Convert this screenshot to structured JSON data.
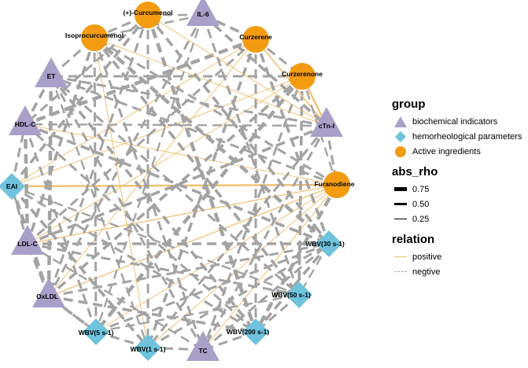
{
  "colors": {
    "biochemical": "#a9a0c9",
    "hemorheological": "#6fc3dd",
    "active": "#f39c12",
    "positive": "#f0c070",
    "negative": "#a3a3a3"
  },
  "nodes": [
    {
      "id": "il6",
      "label": "IL-6",
      "group": "biochemical"
    },
    {
      "id": "curzerene",
      "label": "Curzerene",
      "group": "active"
    },
    {
      "id": "curzerenone",
      "label": "Curzerenone",
      "group": "active"
    },
    {
      "id": "ctni",
      "label": "cTn-I",
      "group": "biochemical"
    },
    {
      "id": "furanodiene",
      "label": "Furanodiene",
      "group": "active"
    },
    {
      "id": "wbv30",
      "label": "WBV(30 s-1)",
      "group": "hemorheological"
    },
    {
      "id": "wbv50",
      "label": "WBV(50 s-1)",
      "group": "hemorheological"
    },
    {
      "id": "wbv200",
      "label": "WBV(200 s-1)",
      "group": "hemorheological"
    },
    {
      "id": "tc",
      "label": "TC",
      "group": "biochemical"
    },
    {
      "id": "wbv1",
      "label": "WBV(1 s-1)",
      "group": "hemorheological"
    },
    {
      "id": "wbv5",
      "label": "WBV(5 s-1)",
      "group": "hemorheological"
    },
    {
      "id": "oxldl",
      "label": "OxLDL",
      "group": "biochemical"
    },
    {
      "id": "ldlc",
      "label": "LDL-C",
      "group": "biochemical"
    },
    {
      "id": "eai",
      "label": "EAI",
      "group": "hemorheological"
    },
    {
      "id": "hdlc",
      "label": "HDL-C",
      "group": "biochemical"
    },
    {
      "id": "et",
      "label": "ET",
      "group": "biochemical"
    },
    {
      "id": "isoprocurcumenol",
      "label": "Isoprocurcumenol",
      "group": "active"
    },
    {
      "id": "curcumenol",
      "label": "(+)-Curcumenol",
      "group": "active"
    }
  ],
  "edges": [
    {
      "source": "furanodiene",
      "target": "eai",
      "relation": "positive",
      "abs_rho": 0.75
    },
    {
      "source": "furanodiene",
      "target": "ldlc",
      "relation": "positive",
      "abs_rho": 0.4
    },
    {
      "source": "furanodiene",
      "target": "oxldl",
      "relation": "positive",
      "abs_rho": 0.4
    },
    {
      "source": "furanodiene",
      "target": "wbv5",
      "relation": "positive",
      "abs_rho": 0.3
    },
    {
      "source": "furanodiene",
      "target": "wbv1",
      "relation": "positive",
      "abs_rho": 0.3
    },
    {
      "source": "furanodiene",
      "target": "tc",
      "relation": "positive",
      "abs_rho": 0.3
    },
    {
      "source": "furanodiene",
      "target": "hdlc",
      "relation": "positive",
      "abs_rho": 0.3
    },
    {
      "source": "furanodiene",
      "target": "wbv200",
      "relation": "negative",
      "abs_rho": 0.75
    },
    {
      "source": "furanodiene",
      "target": "et",
      "relation": "negative",
      "abs_rho": 0.5
    },
    {
      "source": "furanodiene",
      "target": "isoprocurcumenol",
      "relation": "negative",
      "abs_rho": 0.5
    },
    {
      "source": "curzerenone",
      "target": "ctni",
      "relation": "positive",
      "abs_rho": 0.75
    },
    {
      "source": "curzerenone",
      "target": "eai",
      "relation": "positive",
      "abs_rho": 0.3
    },
    {
      "source": "curzerenone",
      "target": "ldlc",
      "relation": "positive",
      "abs_rho": 0.3
    },
    {
      "source": "curzerenone",
      "target": "wbv5",
      "relation": "negative",
      "abs_rho": 0.75
    },
    {
      "source": "curzerenone",
      "target": "oxldl",
      "relation": "negative",
      "abs_rho": 0.6
    },
    {
      "source": "curzerenone",
      "target": "wbv50",
      "relation": "negative",
      "abs_rho": 0.6
    },
    {
      "source": "curzerenone",
      "target": "et",
      "relation": "negative",
      "abs_rho": 0.5
    },
    {
      "source": "curzerenone",
      "target": "tc",
      "relation": "negative",
      "abs_rho": 0.5
    },
    {
      "source": "curzerene",
      "target": "ctni",
      "relation": "positive",
      "abs_rho": 0.5
    },
    {
      "source": "curzerene",
      "target": "eai",
      "relation": "positive",
      "abs_rho": 0.3
    },
    {
      "source": "curzerene",
      "target": "oxldl",
      "relation": "positive",
      "abs_rho": 0.3
    },
    {
      "source": "curzerene",
      "target": "hdlc",
      "relation": "negative",
      "abs_rho": 0.75
    },
    {
      "source": "curzerene",
      "target": "wbv1",
      "relation": "negative",
      "abs_rho": 0.6
    },
    {
      "source": "curzerene",
      "target": "wbv30",
      "relation": "negative",
      "abs_rho": 0.6
    },
    {
      "source": "curzerene",
      "target": "wbv200",
      "relation": "negative",
      "abs_rho": 0.5
    },
    {
      "source": "curzerene",
      "target": "ldlc",
      "relation": "negative",
      "abs_rho": 0.5
    },
    {
      "source": "isoprocurcumenol",
      "target": "ctni",
      "relation": "positive",
      "abs_rho": 0.3
    },
    {
      "source": "isoprocurcumenol",
      "target": "wbv1",
      "relation": "positive",
      "abs_rho": 0.3
    },
    {
      "source": "isoprocurcumenol",
      "target": "wbv30",
      "relation": "negative",
      "abs_rho": 0.75
    },
    {
      "source": "isoprocurcumenol",
      "target": "wbv50",
      "relation": "negative",
      "abs_rho": 0.6
    },
    {
      "source": "isoprocurcumenol",
      "target": "tc",
      "relation": "negative",
      "abs_rho": 0.5
    },
    {
      "source": "isoprocurcumenol",
      "target": "wbv5",
      "relation": "negative",
      "abs_rho": 0.5
    },
    {
      "source": "isoprocurcumenol",
      "target": "ldlc",
      "relation": "negative",
      "abs_rho": 0.6
    },
    {
      "source": "curcumenol",
      "target": "ctni",
      "relation": "positive",
      "abs_rho": 0.3
    },
    {
      "source": "curcumenol",
      "target": "wbv200",
      "relation": "negative",
      "abs_rho": 0.75
    },
    {
      "source": "curcumenol",
      "target": "wbv30",
      "relation": "negative",
      "abs_rho": 0.6
    },
    {
      "source": "curcumenol",
      "target": "oxldl",
      "relation": "negative",
      "abs_rho": 0.5
    },
    {
      "source": "curcumenol",
      "target": "hdlc",
      "relation": "negative",
      "abs_rho": 0.5
    },
    {
      "source": "curcumenol",
      "target": "eai",
      "relation": "negative",
      "abs_rho": 0.6
    },
    {
      "source": "curcumenol",
      "target": "wbv1",
      "relation": "negative",
      "abs_rho": 0.5
    },
    {
      "source": "il6",
      "target": "ctni",
      "relation": "negative",
      "abs_rho": 0.6
    },
    {
      "source": "il6",
      "target": "isoprocurcumenol",
      "relation": "negative",
      "abs_rho": 0.4
    },
    {
      "source": "il6",
      "target": "wbv50",
      "relation": "negative",
      "abs_rho": 0.5
    },
    {
      "source": "il6",
      "target": "oxldl",
      "relation": "negative",
      "abs_rho": 0.5
    },
    {
      "source": "il6",
      "target": "wbv5",
      "relation": "negative",
      "abs_rho": 0.4
    },
    {
      "source": "ctni",
      "target": "ldlc",
      "relation": "negative",
      "abs_rho": 0.6
    },
    {
      "source": "ctni",
      "target": "wbv1",
      "relation": "negative",
      "abs_rho": 0.5
    },
    {
      "source": "ctni",
      "target": "et",
      "relation": "negative",
      "abs_rho": 0.5
    },
    {
      "source": "ctni",
      "target": "hdlc",
      "relation": "negative",
      "abs_rho": 0.4
    },
    {
      "source": "ctni",
      "target": "tc",
      "relation": "negative",
      "abs_rho": 0.5
    },
    {
      "source": "et",
      "target": "wbv200",
      "relation": "negative",
      "abs_rho": 0.6
    },
    {
      "source": "et",
      "target": "wbv50",
      "relation": "negative",
      "abs_rho": 0.5
    },
    {
      "source": "et",
      "target": "oxldl",
      "relation": "negative",
      "abs_rho": 0.75
    },
    {
      "source": "et",
      "target": "wbv1",
      "relation": "negative",
      "abs_rho": 0.4
    },
    {
      "source": "hdlc",
      "target": "wbv30",
      "relation": "negative",
      "abs_rho": 0.6
    },
    {
      "source": "hdlc",
      "target": "ldlc",
      "relation": "negative",
      "abs_rho": 0.75
    },
    {
      "source": "hdlc",
      "target": "wbv5",
      "relation": "negative",
      "abs_rho": 0.5
    },
    {
      "source": "hdlc",
      "target": "wbv200",
      "relation": "negative",
      "abs_rho": 0.5
    },
    {
      "source": "eai",
      "target": "wbv1",
      "relation": "negative",
      "abs_rho": 0.6
    },
    {
      "source": "eai",
      "target": "wbv200",
      "relation": "negative",
      "abs_rho": 0.5
    },
    {
      "source": "eai",
      "target": "oxldl",
      "relation": "negative",
      "abs_rho": 0.75
    },
    {
      "source": "eai",
      "target": "wbv50",
      "relation": "negative",
      "abs_rho": 0.4
    },
    {
      "source": "ldlc",
      "target": "wbv30",
      "relation": "negative",
      "abs_rho": 0.6
    },
    {
      "source": "ldlc",
      "target": "wbv50",
      "relation": "negative",
      "abs_rho": 0.5
    },
    {
      "source": "ldlc",
      "target": "tc",
      "relation": "negative",
      "abs_rho": 0.4
    },
    {
      "source": "oxldl",
      "target": "wbv200",
      "relation": "negative",
      "abs_rho": 0.6
    },
    {
      "source": "oxldl",
      "target": "wbv30",
      "relation": "negative",
      "abs_rho": 0.5
    },
    {
      "source": "oxldl",
      "target": "wbv5",
      "relation": "negative",
      "abs_rho": 0.5
    },
    {
      "source": "wbv5",
      "target": "wbv50",
      "relation": "negative",
      "abs_rho": 0.4
    },
    {
      "source": "wbv5",
      "target": "wbv30",
      "relation": "negative",
      "abs_rho": 0.5
    },
    {
      "source": "wbv1",
      "target": "wbv30",
      "relation": "negative",
      "abs_rho": 0.5
    },
    {
      "source": "tc",
      "target": "wbv30",
      "relation": "negative",
      "abs_rho": 0.5
    },
    {
      "source": "tc",
      "target": "et",
      "relation": "negative",
      "abs_rho": 0.5
    },
    {
      "source": "wbv200",
      "target": "wbv30",
      "relation": "negative",
      "abs_rho": 0.6
    },
    {
      "source": "il6",
      "target": "curzerene",
      "relation": "negative",
      "abs_rho": 0.6
    },
    {
      "source": "curzerene",
      "target": "curzerenone",
      "relation": "negative",
      "abs_rho": 0.5
    },
    {
      "source": "curzerenone",
      "target": "furanodiene",
      "relation": "negative",
      "abs_rho": 0.4
    },
    {
      "source": "ctni",
      "target": "furanodiene",
      "relation": "negative",
      "abs_rho": 0.5
    },
    {
      "source": "wbv30",
      "target": "wbv50",
      "relation": "negative",
      "abs_rho": 0.4
    },
    {
      "source": "wbv50",
      "target": "wbv200",
      "relation": "negative",
      "abs_rho": 0.5
    },
    {
      "source": "wbv200",
      "target": "tc",
      "relation": "negative",
      "abs_rho": 0.5
    },
    {
      "source": "tc",
      "target": "wbv1",
      "relation": "negative",
      "abs_rho": 0.5
    },
    {
      "source": "wbv1",
      "target": "wbv5",
      "relation": "negative",
      "abs_rho": 0.5
    },
    {
      "source": "wbv5",
      "target": "oxldl",
      "relation": "negative",
      "abs_rho": 0.6
    },
    {
      "source": "oxldl",
      "target": "ldlc",
      "relation": "negative",
      "abs_rho": 0.5
    },
    {
      "source": "ldlc",
      "target": "eai",
      "relation": "negative",
      "abs_rho": 0.5
    },
    {
      "source": "eai",
      "target": "hdlc",
      "relation": "negative",
      "abs_rho": 0.5
    },
    {
      "source": "hdlc",
      "target": "et",
      "relation": "negative",
      "abs_rho": 0.6
    },
    {
      "source": "et",
      "target": "isoprocurcumenol",
      "relation": "negative",
      "abs_rho": 0.5
    },
    {
      "source": "isoprocurcumenol",
      "target": "curcumenol",
      "relation": "negative",
      "abs_rho": 0.5
    },
    {
      "source": "curcumenol",
      "target": "il6",
      "relation": "negative",
      "abs_rho": 0.4
    }
  ],
  "legend": {
    "group_title": "group",
    "group_items": [
      {
        "label": "biochemical indicators",
        "shape": "triangle"
      },
      {
        "label": "hemorheological parameters",
        "shape": "diamond"
      },
      {
        "label": "Active ingredients",
        "shape": "circle"
      }
    ],
    "abs_rho_title": "abs_rho",
    "abs_rho_items": [
      {
        "label": "0.75",
        "value": 0.75
      },
      {
        "label": "0.50",
        "value": 0.5
      },
      {
        "label": "0.25",
        "value": 0.25
      }
    ],
    "relation_title": "relation",
    "relation_items": [
      {
        "label": "positive",
        "type": "positive"
      },
      {
        "label": "negtive",
        "type": "negative"
      }
    ]
  }
}
